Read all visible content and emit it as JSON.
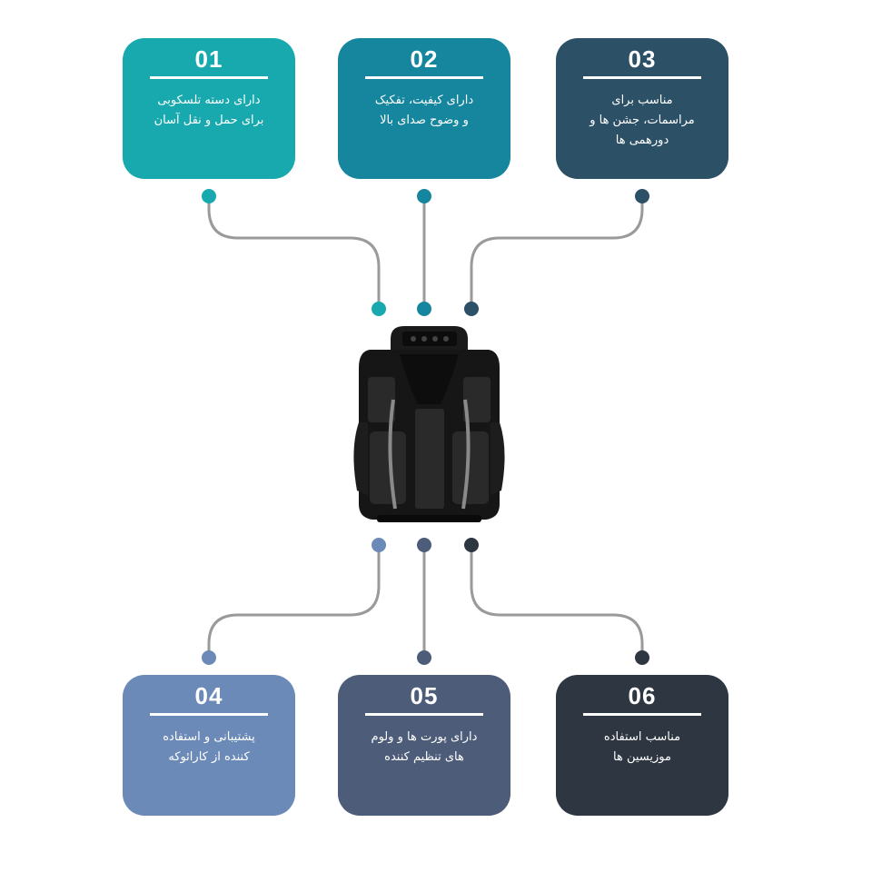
{
  "colors": {
    "card_01": "#17a9ae",
    "card_02": "#15869e",
    "card_03": "#2c5066",
    "card_04": "#6c8ab7",
    "card_05": "#4c5c79",
    "card_06": "#2e3641",
    "connector": "#9a9a9a"
  },
  "cards": [
    {
      "number": "01",
      "lines": [
        "دارای دسته تلسکوبی",
        "برای حمل و نقل آسان"
      ]
    },
    {
      "number": "02",
      "lines": [
        "دارای کیفیت، تفکیک",
        "و وضوح صدای بالا"
      ]
    },
    {
      "number": "03",
      "lines": [
        "مناسب برای",
        "مراسمات، جشن ها و",
        "دورهمی ها"
      ]
    },
    {
      "number": "04",
      "lines": [
        "پشتیبانی و استفاده",
        "کننده از کارائوکه"
      ]
    },
    {
      "number": "05",
      "lines": [
        "دارای پورت ها و ولوم",
        "های تنظیم کننده"
      ]
    },
    {
      "number": "06",
      "lines": [
        "مناسب استفاده",
        "موزیسین ها"
      ]
    }
  ],
  "product": {
    "icon": "portable-speaker-image"
  }
}
